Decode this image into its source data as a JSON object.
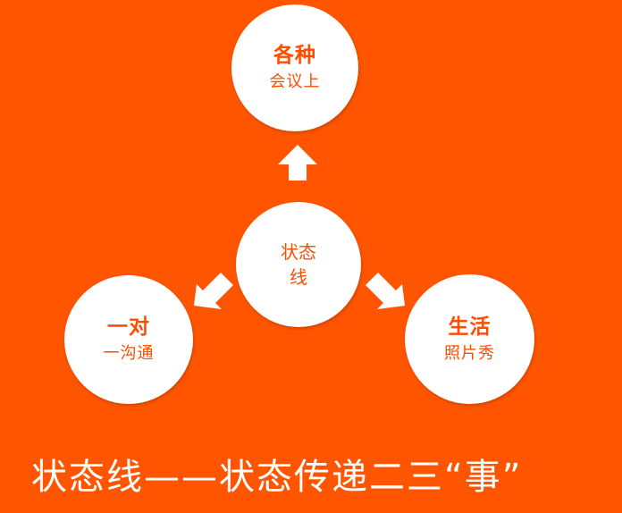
{
  "colors": {
    "background": "#ff5500",
    "circle_fill": "#ffffff",
    "circle_text": "#ff4d00",
    "caption_text": "#ffffff"
  },
  "nodes": {
    "top": {
      "line1": "各种",
      "line2": "会议上"
    },
    "center": {
      "line1": "状态",
      "line2": "线"
    },
    "left": {
      "line1": "一对",
      "line2": "一沟通"
    },
    "right": {
      "line1": "生活",
      "line2": "照片秀"
    }
  },
  "caption": "状态线——状态传递二三“事”"
}
